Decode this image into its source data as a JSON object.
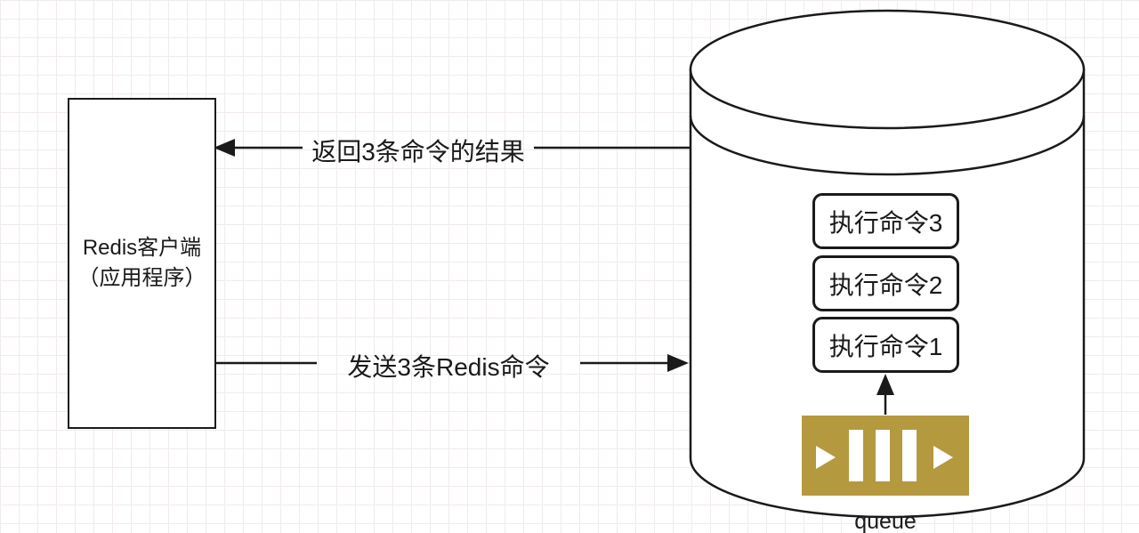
{
  "diagram": {
    "client_box": {
      "line1": "Redis客户端",
      "line2": "（应用程序）"
    },
    "arrows": {
      "return_label": "返回3条命令的结果",
      "send_label": "发送3条Redis命令"
    },
    "server": {
      "commands": [
        "执行命令3",
        "执行命令2",
        "执行命令1"
      ],
      "queue_label": "queue"
    },
    "colors": {
      "queue_fill": "#b5993f",
      "stroke": "#1a1a1a"
    }
  }
}
